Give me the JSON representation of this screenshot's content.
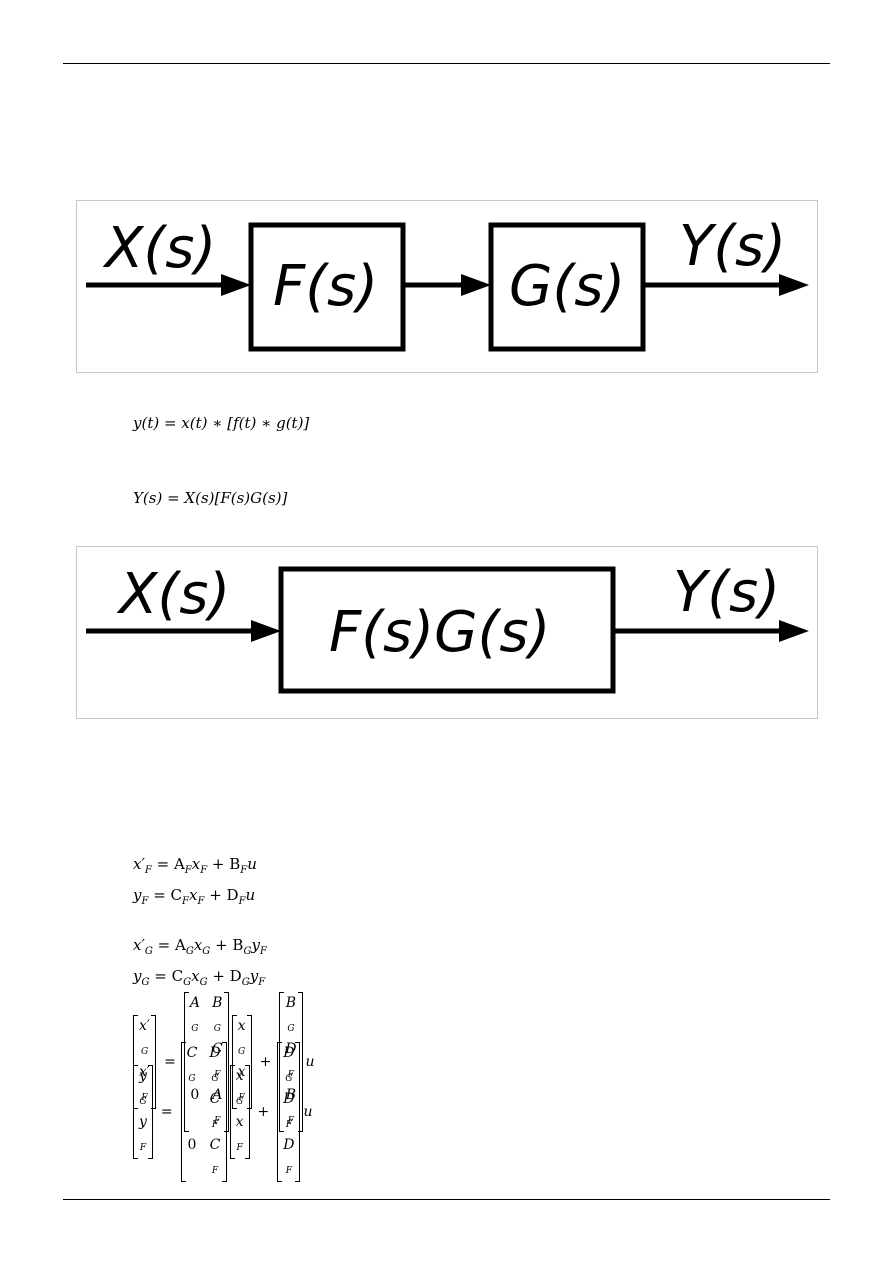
{
  "diagram1": {
    "input_label": "X(s)",
    "block_f": "F(s)",
    "block_g": "G(s)",
    "output_label": "Y(s)"
  },
  "equations_time": "y(t) = x(t) ∗ [f(t) ∗ g(t)]",
  "equations_laplace": "Y(s) = X(s)[F(s)G(s)]",
  "diagram2": {
    "input_label": "X(s)",
    "block_fg": "F(s)G(s)",
    "output_label": "Y(s)"
  },
  "state_space_f": [
    {
      "lhs": "x′",
      "lsub": "F",
      "rhs": "= A",
      "r1": "F",
      "r2": "x",
      "r3": "F",
      "r4": " + B",
      "r5": "F",
      "r6": "u"
    },
    {
      "lhs": "y",
      "lsub": "F",
      "rhs": "= C",
      "r1": "F",
      "r2": "x",
      "r3": "F",
      "r4": " + D",
      "r5": "F",
      "r6": "u"
    }
  ],
  "state_space_g": [
    {
      "lhs": "x′",
      "lsub": "G",
      "rhs": "= A",
      "r1": "G",
      "r2": "x",
      "r3": "G",
      "r4": " + B",
      "r5": "G",
      "r6": "y",
      "r7": "F"
    },
    {
      "lhs": "y",
      "lsub": "G",
      "rhs": "= C",
      "r1": "G",
      "r2": "x",
      "r3": "G",
      "r4": " + D",
      "r5": "G",
      "r6": "y",
      "r7": "F"
    }
  ],
  "combined": {
    "row1": {
      "lhs": [
        [
          "x′",
          "G"
        ],
        [
          "x′",
          "F"
        ]
      ],
      "A": [
        [
          "A",
          "G",
          "B",
          "G",
          "C",
          "F"
        ],
        [
          "0",
          "",
          "A",
          "F",
          "",
          ""
        ]
      ],
      "x": [
        [
          "x",
          "G"
        ],
        [
          "x",
          "F"
        ]
      ],
      "B": [
        [
          "B",
          "G",
          "D",
          "F"
        ],
        [
          "B",
          "F",
          "",
          ""
        ]
      ],
      "u": "u"
    },
    "row2": {
      "lhs": [
        [
          "y",
          "G"
        ],
        [
          "y",
          "F"
        ]
      ],
      "A": [
        [
          "C",
          "G",
          "D",
          "G",
          "C",
          "F"
        ],
        [
          "0",
          "",
          "C",
          "F",
          "",
          ""
        ]
      ],
      "x": [
        [
          "x",
          "G"
        ],
        [
          "x",
          "F"
        ]
      ],
      "B": [
        [
          "D",
          "G",
          "D",
          "F"
        ],
        [
          "D",
          "F",
          "",
          ""
        ]
      ],
      "u": "u"
    }
  },
  "symbols": {
    "equals": "=",
    "plus": "+"
  }
}
